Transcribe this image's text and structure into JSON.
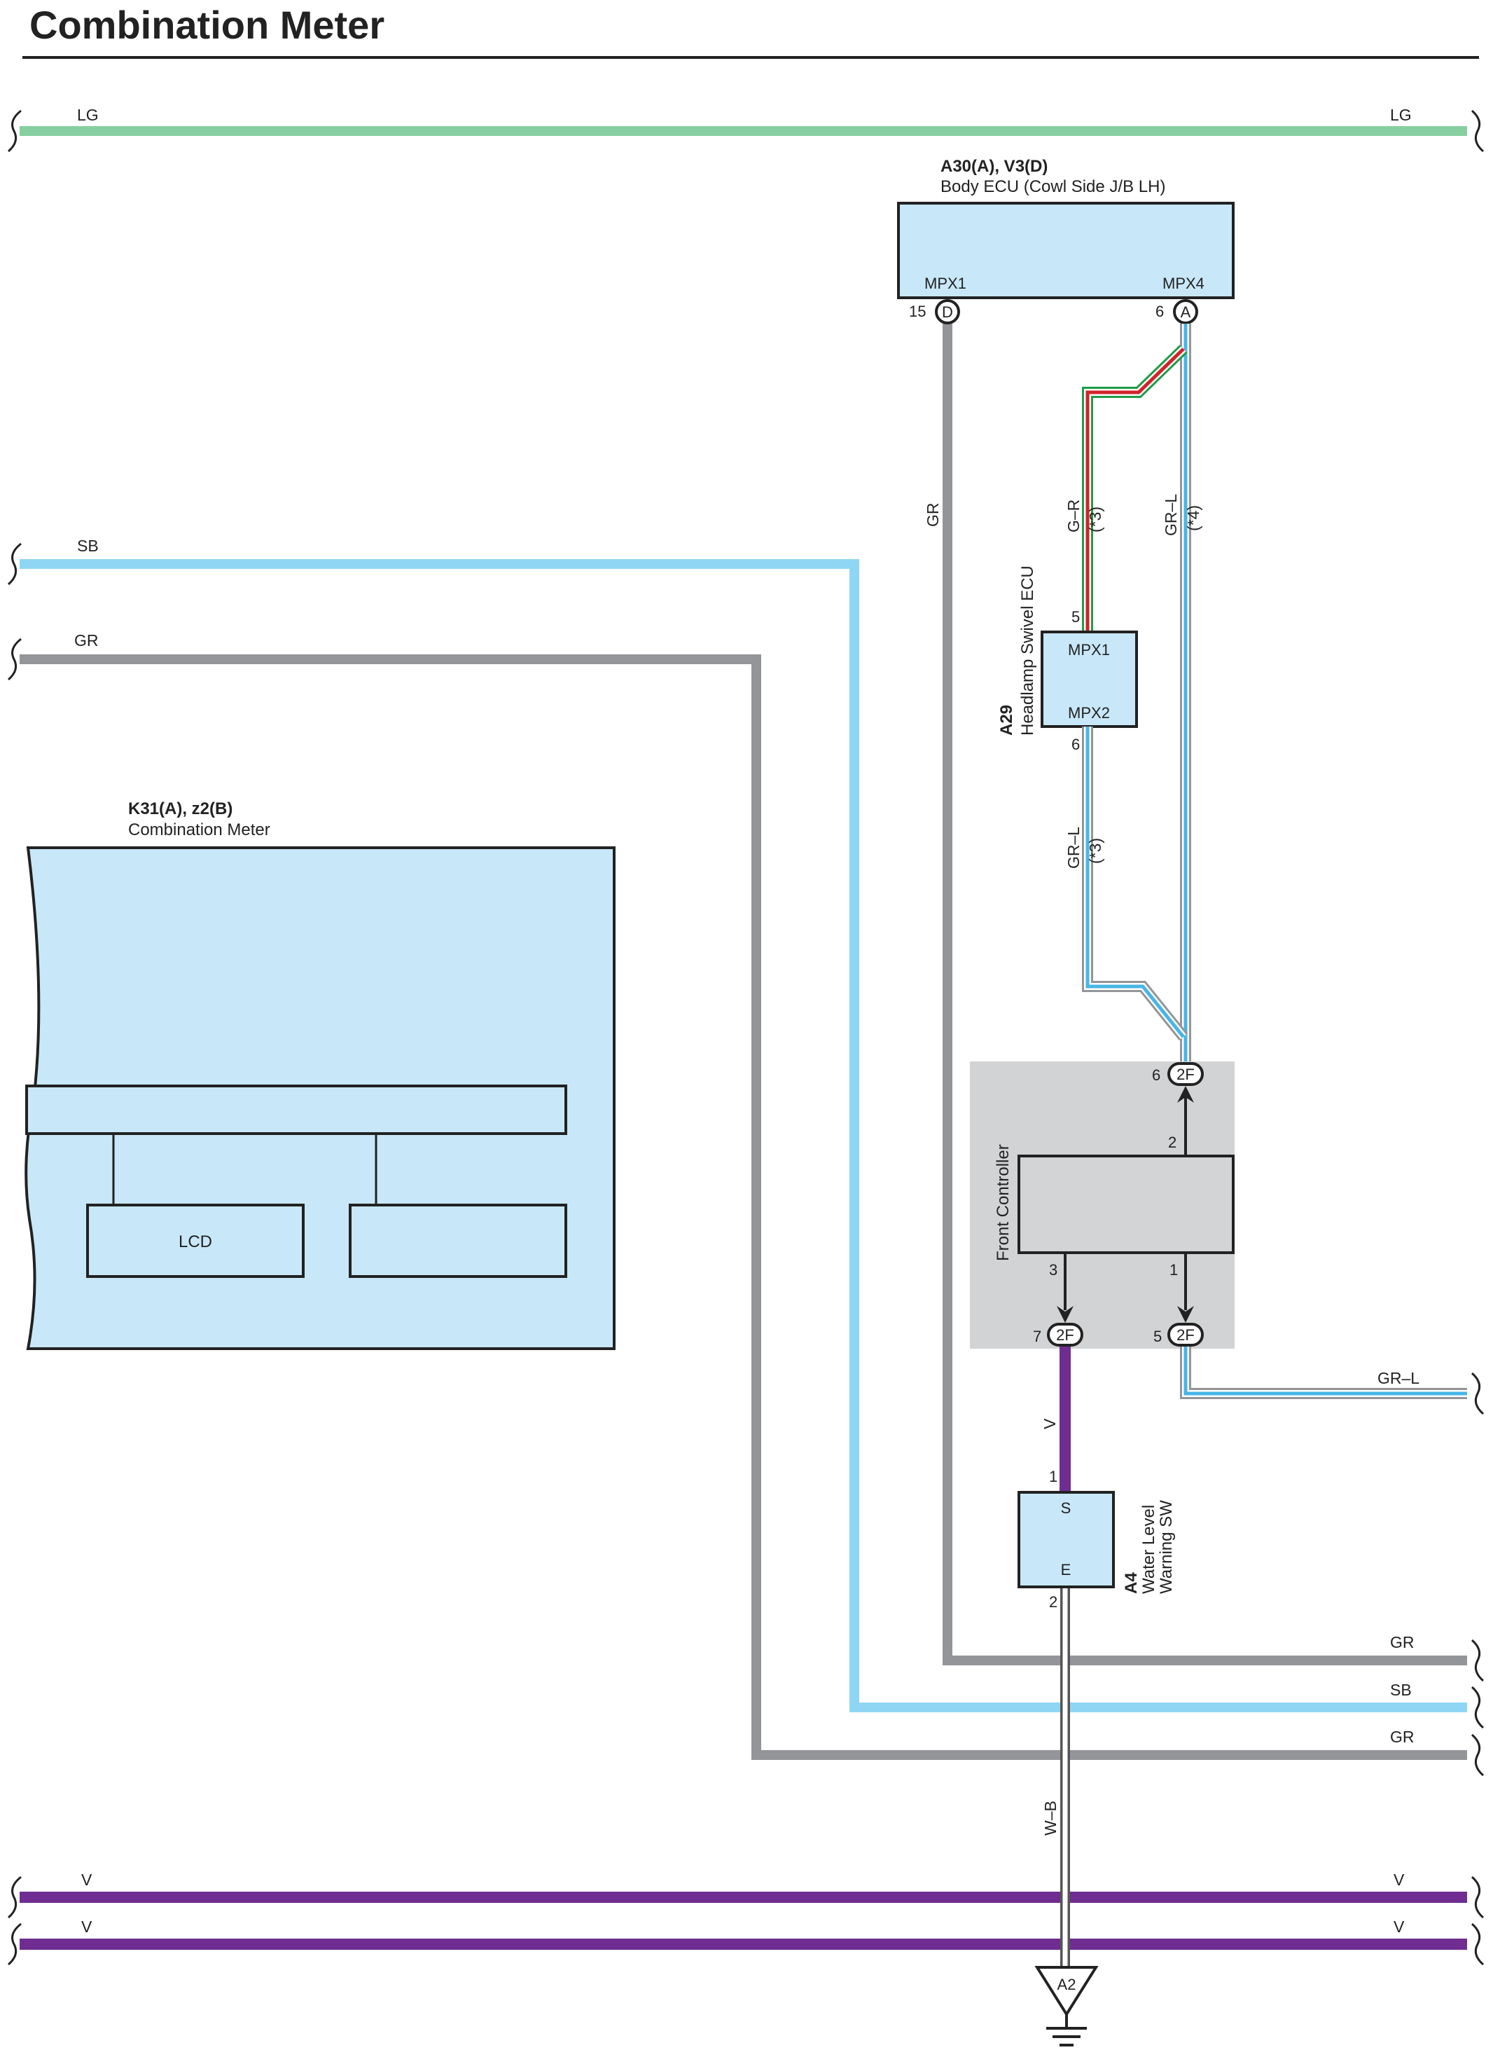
{
  "page": {
    "title": "Combination Meter"
  },
  "colors": {
    "LG": "#86cfa1",
    "SB": "#8fd6f4",
    "GR": "#939598",
    "V": "#6f2d91",
    "light_blue": "#c8e8f9",
    "controller_bg": "#d1d3d4",
    "box_gray": "#d3d4d6",
    "stripe_green": "#1e9c48",
    "stripe_red": "#d2232a",
    "stripe_blue": "#47b6e7"
  },
  "rails": {
    "lg": {
      "left": "LG",
      "right": "LG"
    },
    "sb": {
      "left": "SB",
      "right": "SB"
    },
    "gr_upper": {
      "left": "GR",
      "right": "GR"
    },
    "gr_mid_right": "GR",
    "v1": {
      "left": "V",
      "right": "V"
    },
    "v2": {
      "left": "V",
      "right": "V"
    }
  },
  "body_ecu": {
    "code": "A30(A), V3(D)",
    "name": "Body ECU (Cowl Side J/B LH)",
    "pin_left": {
      "label": "MPX1",
      "num": "15",
      "conn": "D"
    },
    "pin_right": {
      "label": "MPX4",
      "num": "6",
      "conn": "A"
    }
  },
  "wires": {
    "gr_vertical": "GR",
    "g_r": "G–R",
    "g_r_note": "(*3)",
    "gr_l_upper": "GR–L",
    "gr_l_upper_note": "(*4)",
    "gr_l_lower": "GR–L",
    "gr_l_lower_note": "(*3)",
    "v_vertical": "V",
    "w_b": "W–B",
    "gr_l_out": "GR–L"
  },
  "headlamp_ecu": {
    "code": "A29",
    "name": "Headlamp Swivel ECU",
    "pin1": "MPX1",
    "pin1_num": "5",
    "pin2": "MPX2",
    "pin2_num": "6"
  },
  "combination_meter": {
    "code": "K31(A), z2(B)",
    "name": "Combination Meter",
    "lcd_label": "LCD"
  },
  "front_controller": {
    "label": "Front Controller",
    "conn_top": {
      "num": "6",
      "label": "2F"
    },
    "pin_top_inner": "2",
    "conn_left": {
      "num": "7",
      "label": "2F"
    },
    "conn_right": {
      "num": "5",
      "label": "2F"
    },
    "pin_left_inner": "3",
    "pin_right_inner": "1"
  },
  "water_level_sw": {
    "code": "A4",
    "name_line1": "Water Level",
    "name_line2": "Warning SW",
    "pin_s": "S",
    "pin_e": "E",
    "pin_s_num": "1",
    "pin_e_num": "2"
  },
  "ground": {
    "label": "A2"
  }
}
